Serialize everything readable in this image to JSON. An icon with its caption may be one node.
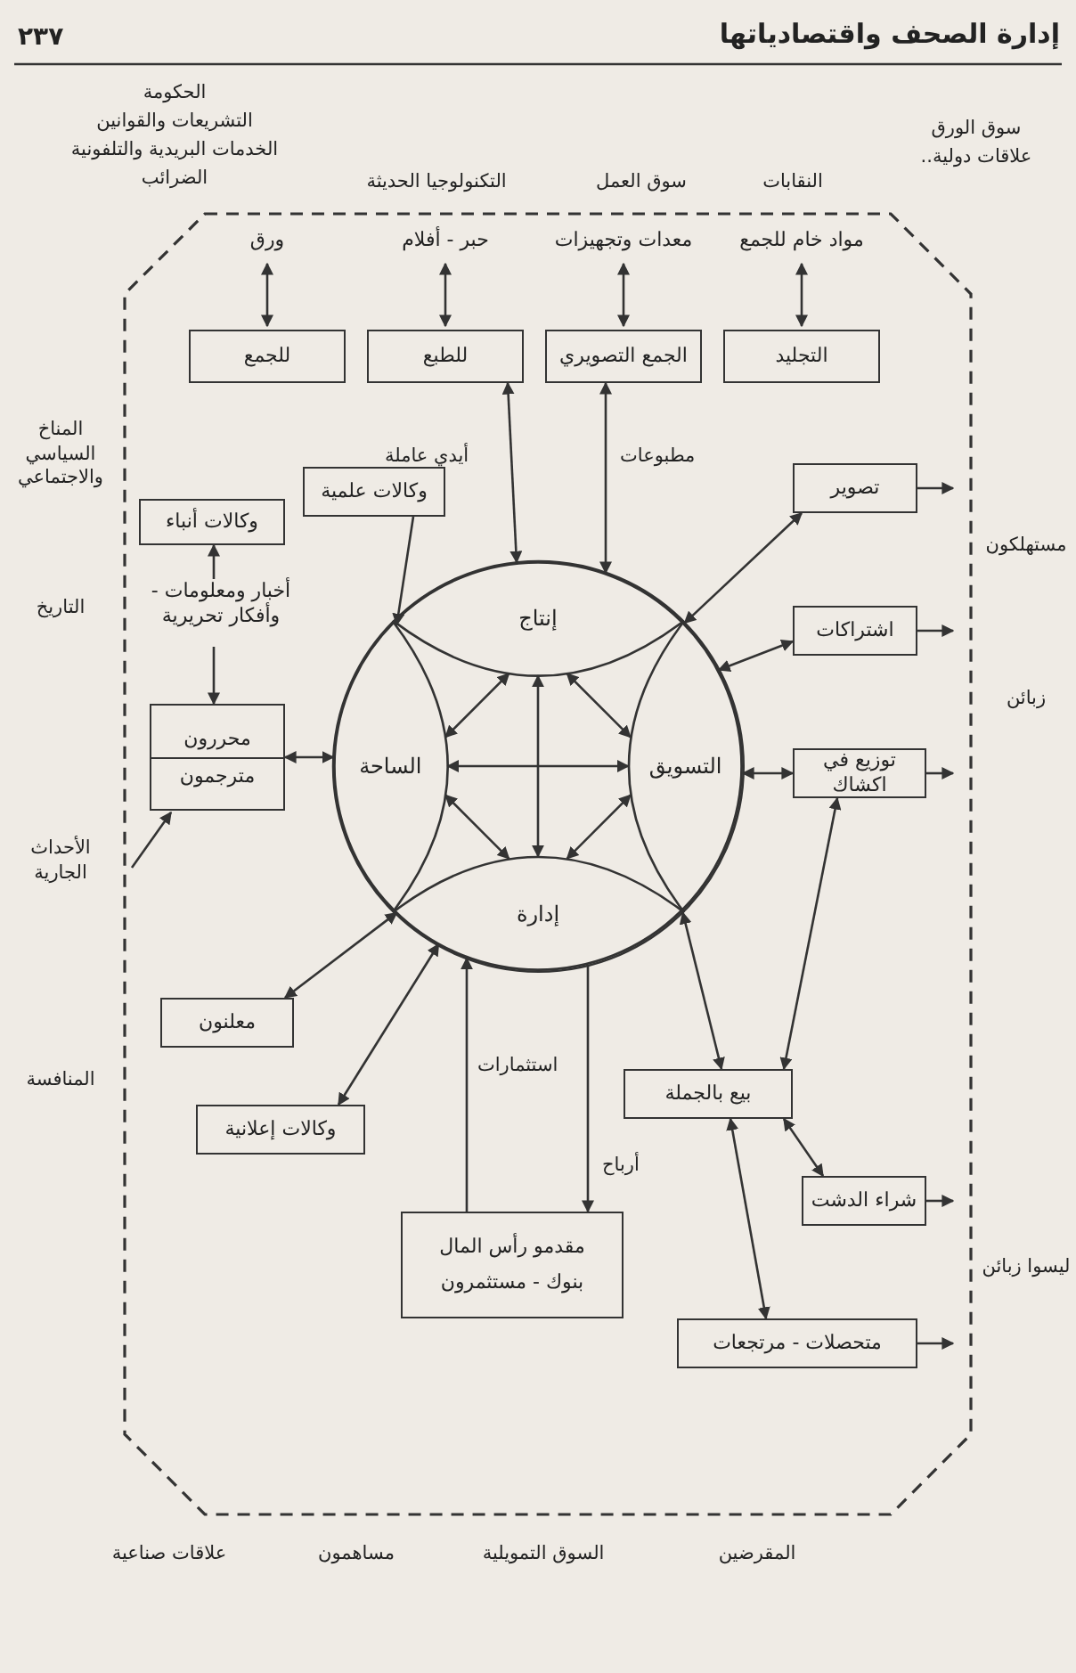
{
  "diagram": {
    "title": "إدارة الصحف واقتصادياتها",
    "nodes": [
      {
        "text": [],
        "shape": "circle"
      },
      {
        "text": [
          "الساحة"
        ],
        "in": 0
      },
      {
        "text": [
          "إنتاج"
        ],
        "in": 0
      },
      {
        "text": [
          "التسويق"
        ],
        "in": 0
      },
      {
        "text": [
          "إدارة"
        ],
        "in": 0
      },
      {
        "text": [
          "محررون",
          "مترجمون"
        ]
      },
      {
        "text": [
          "وكالات أنباء"
        ]
      },
      {
        "text": [
          "وكالات علمية"
        ]
      },
      {
        "text": [
          "معلنون"
        ]
      },
      {
        "text": [
          "وكالات إعلانية"
        ]
      },
      {
        "text": [
          "مقدمو رأس المال",
          "بنوك - مستثمرون"
        ]
      },
      {
        "text": [
          "للجمع"
        ]
      },
      {
        "text": [
          "للطبع"
        ]
      },
      {
        "text": [
          "الجمع التصويري"
        ]
      },
      {
        "text": [
          "التجليد"
        ]
      },
      {
        "text": [
          "بيع بالجملة"
        ]
      },
      {
        "text": [
          "متحصلات - مرتجعات"
        ]
      },
      {
        "text": [
          "شراء الدشت"
        ]
      },
      {
        "text": [
          "توزيع في اكشاك"
        ]
      },
      {
        "text": [
          "اشتراكات"
        ]
      },
      {
        "text": [
          "تصوير"
        ]
      },
      {
        "text": [
          "أخبار ومعلومات - وأفكار تحريرية"
        ]
      },
      {
        "text": [
          "ورق"
        ]
      },
      {
        "text": [
          "حبر - أفلام"
        ]
      },
      {
        "text": [
          "معدات وتجهيزات"
        ]
      },
      {
        "text": [
          "مواد خام للجمع"
        ]
      }
    ],
    "edges": [
      {
        "from": 1,
        "to": 3,
        "arrow": "both"
      },
      {
        "from": 4,
        "to": 2,
        "arrow": "both"
      },
      {
        "from": 1,
        "to": 2,
        "arrow": "both"
      },
      {
        "from": 2,
        "to": 3,
        "arrow": "both"
      },
      {
        "from": 1,
        "to": 4,
        "arrow": "both"
      },
      {
        "from": 3,
        "to": 4,
        "arrow": "both"
      },
      {
        "from": 21,
        "to": 5,
        "arrow": "to"
      },
      {
        "from": null,
        "to": 5,
        "arrow": "to"
      },
      {
        "from": 21,
        "to": 6,
        "arrow": "to"
      },
      {
        "from": 5,
        "to": 1,
        "arrow": "both"
      },
      {
        "from": 7,
        "to": 1,
        "arrow": "to"
      },
      {
        "from": 8,
        "to": 4,
        "arrow": "both"
      },
      {
        "from": 9,
        "to": 4,
        "arrow": "both"
      },
      {
        "from": 10,
        "to": 4,
        "arrow": "to",
        "label": "استثمارات"
      },
      {
        "from": 4,
        "to": 10,
        "arrow": "to",
        "label": "أرباح"
      },
      {
        "from": 11,
        "to": 22,
        "arrow": "both"
      },
      {
        "from": 12,
        "to": 23,
        "arrow": "both"
      },
      {
        "from": 13,
        "to": 24,
        "arrow": "both"
      },
      {
        "from": 14,
        "to": 25,
        "arrow": "both"
      },
      {
        "from": 12,
        "to": 2,
        "arrow": "both",
        "label": "أيدي عاملة"
      },
      {
        "from": 13,
        "to": 2,
        "arrow": "both",
        "label": "مطبوعات"
      },
      {
        "from": 3,
        "to": 20,
        "arrow": "both"
      },
      {
        "from": 3,
        "to": 19,
        "arrow": "both"
      },
      {
        "from": 3,
        "to": 18,
        "arrow": "both"
      },
      {
        "from": 3,
        "to": 15,
        "arrow": "both"
      },
      {
        "from": 15,
        "to": 18,
        "arrow": "both"
      },
      {
        "from": 15,
        "to": 17,
        "arrow": "both"
      },
      {
        "from": 15,
        "to": 16,
        "arrow": "both"
      },
      {
        "from": 20,
        "to": null,
        "arrow": "to"
      },
      {
        "from": 19,
        "to": null,
        "arrow": "to"
      },
      {
        "from": 18,
        "to": null,
        "arrow": "to"
      },
      {
        "from": 17,
        "to": null,
        "arrow": "to"
      },
      {
        "from": 16,
        "to": null,
        "arrow": "to"
      }
    ],
    "labels": [
      "٢٣٧",
      "الحكومة",
      "التشريعات والقوانين",
      "الخدمات البريدية والتلفونية",
      "الضرائب",
      "التكنولوجيا الحديثة",
      "سوق العمل",
      "النقابات",
      "سوق الورق",
      "علاقات دولية..",
      "المناخ السياسي والاجتماعي",
      "التاريخ",
      "الأحداث الجارية",
      "المنافسة",
      "علاقات صناعية",
      "مساهمون",
      "السوق التمويلية",
      "المقرضين",
      "مستهلكون",
      "زبائن",
      "ليسوا زبائن"
    ]
  }
}
